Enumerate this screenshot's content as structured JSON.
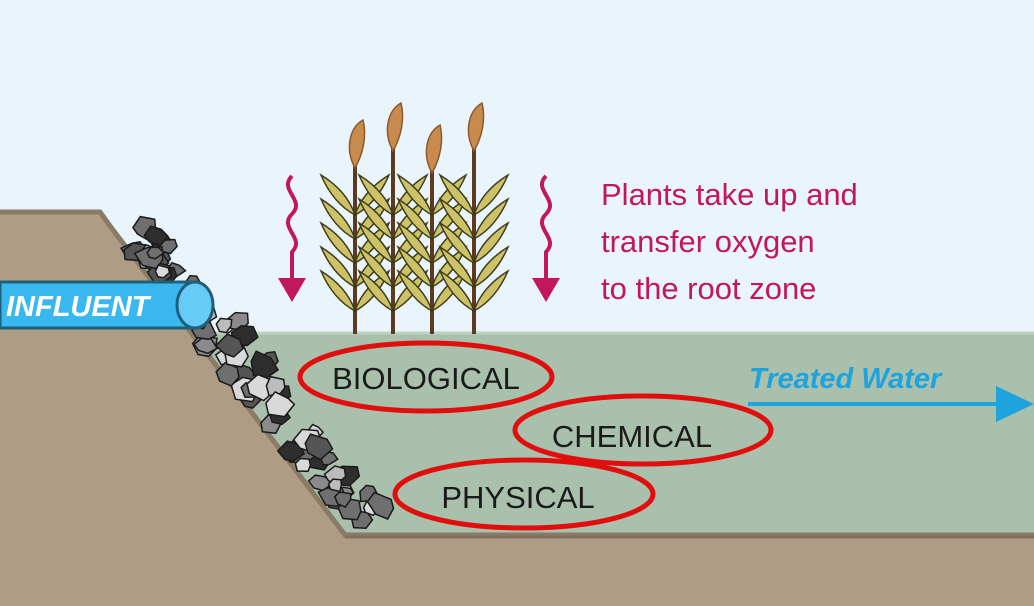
{
  "labels": {
    "influent": "INFLUENT",
    "treated_water": "Treated Water",
    "plants_caption": [
      "Plants take up and",
      "transfer oxygen",
      "to the root zone"
    ],
    "processes": [
      "BIOLOGICAL",
      "CHEMICAL",
      "PHYSICAL"
    ]
  },
  "colors": {
    "sky": "#eaf4fc",
    "water": "#a9c0ad",
    "soil": "#ae9c84",
    "pipe": "#39b8ef",
    "arrow_oxygen": "#c2185b",
    "arrow_water": "#1fa3dd",
    "ellipse": "#e10e0e",
    "caption_text": "#c2185b",
    "plant_leaf": "#cdc267",
    "plant_stem": "#5b3a1f",
    "plant_plume": "#c98b4d",
    "rock_dark": "#333333",
    "rock_light": "#c8c8c8"
  },
  "icons": {
    "plants": "reed-plants-icon",
    "oxygen_left": "wavy-down-arrow-icon",
    "oxygen_right": "wavy-down-arrow-icon",
    "pipe": "pipe-icon",
    "flow": "right-arrow-icon"
  }
}
